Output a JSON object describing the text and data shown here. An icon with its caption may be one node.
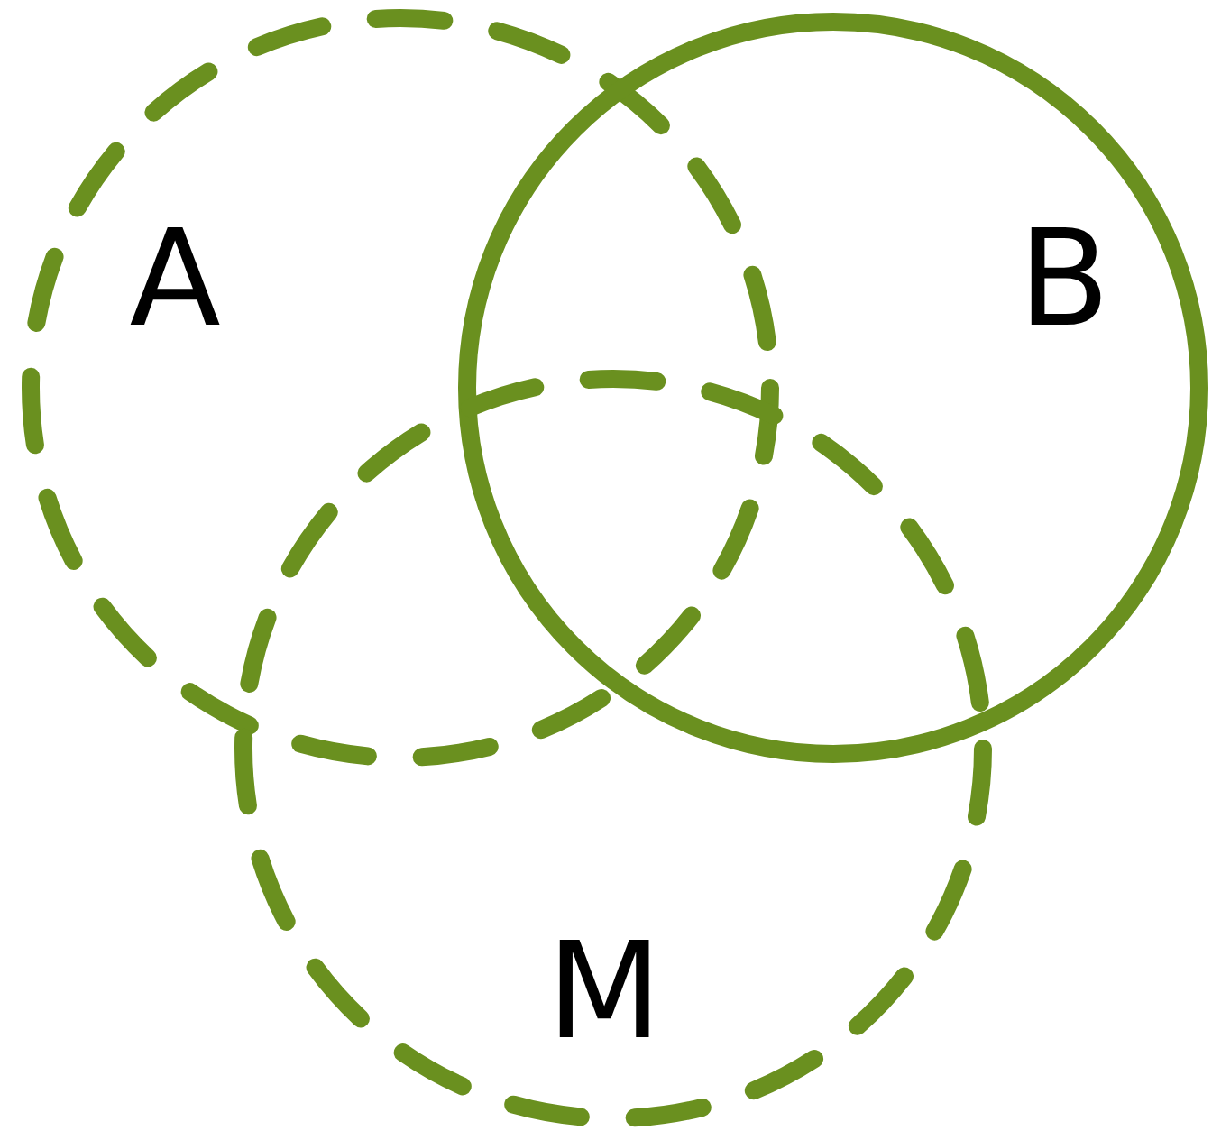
{
  "diagram": {
    "nodes": [
      {
        "text": [
          "A"
        ]
      },
      {
        "text": [
          "B"
        ]
      },
      {
        "text": [
          "M"
        ]
      }
    ]
  }
}
